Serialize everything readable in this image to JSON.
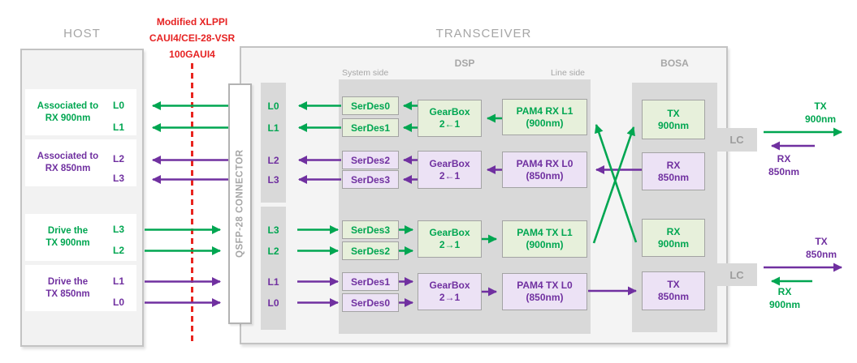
{
  "titles": {
    "host": "HOST",
    "transceiver": "TRANSCEIVER"
  },
  "interface_note": {
    "line1": "Modified XLPPI",
    "line2": "CAUI4/CEI-28-VSR",
    "line3": "100GAUI4"
  },
  "connector": {
    "label": "QSFP-28 CONNECTOR"
  },
  "host": {
    "groups": [
      {
        "line1": "Associated to",
        "line2": "RX 900nm",
        "lanes": [
          "L0",
          "L1"
        ]
      },
      {
        "line1": "Associated to",
        "line2": "RX 850nm",
        "lanes": [
          "L2",
          "L3"
        ]
      },
      {
        "line1": "Drive the",
        "line2": "TX 900nm",
        "lanes": [
          "L3",
          "L2"
        ]
      },
      {
        "line1": "Drive the",
        "line2": "TX 850nm",
        "lanes": [
          "L1",
          "L0"
        ]
      }
    ]
  },
  "dsp": {
    "title": "DSP",
    "system_side": "System side",
    "line_side": "Line side",
    "lanes_top": [
      "L0",
      "L1",
      "L2",
      "L3"
    ],
    "lanes_bottom": [
      "L3",
      "L2",
      "L1",
      "L0"
    ],
    "serdes_top": [
      "SerDes0",
      "SerDes1",
      "SerDes2",
      "SerDes3"
    ],
    "serdes_bottom": [
      "SerDes3",
      "SerDes2",
      "SerDes1",
      "SerDes0"
    ],
    "gearbox_rx": {
      "line1": "GearBox",
      "line2": "2←1"
    },
    "gearbox_tx": {
      "line1": "GearBox",
      "line2": "2→1"
    },
    "pam4": [
      {
        "line1": "PAM4 RX L1",
        "line2": "(900nm)"
      },
      {
        "line1": "PAM4 RX L0",
        "line2": "(850nm)"
      },
      {
        "line1": "PAM4 TX L1",
        "line2": "(900nm)"
      },
      {
        "line1": "PAM4 TX L0",
        "line2": "(850nm)"
      }
    ]
  },
  "bosa": {
    "title": "BOSA",
    "lc_label": "LC",
    "blocks": [
      {
        "line1": "TX",
        "line2": "900nm"
      },
      {
        "line1": "RX",
        "line2": "850nm"
      },
      {
        "line1": "RX",
        "line2": "900nm"
      },
      {
        "line1": "TX",
        "line2": "850nm"
      }
    ]
  },
  "external": [
    {
      "line1": "TX",
      "line2": "900nm"
    },
    {
      "line1": "RX",
      "line2": "850nm"
    },
    {
      "line1": "TX",
      "line2": "850nm"
    },
    {
      "line1": "RX",
      "line2": "900nm"
    }
  ],
  "colors": {
    "green": "#00a651",
    "purple": "#7030a0",
    "red": "#e62222",
    "gray_text": "#a6a6a6",
    "green_fill": "#e7f0db",
    "purple_fill": "#ece2f5",
    "panel_gray": "#d9d9d9"
  }
}
